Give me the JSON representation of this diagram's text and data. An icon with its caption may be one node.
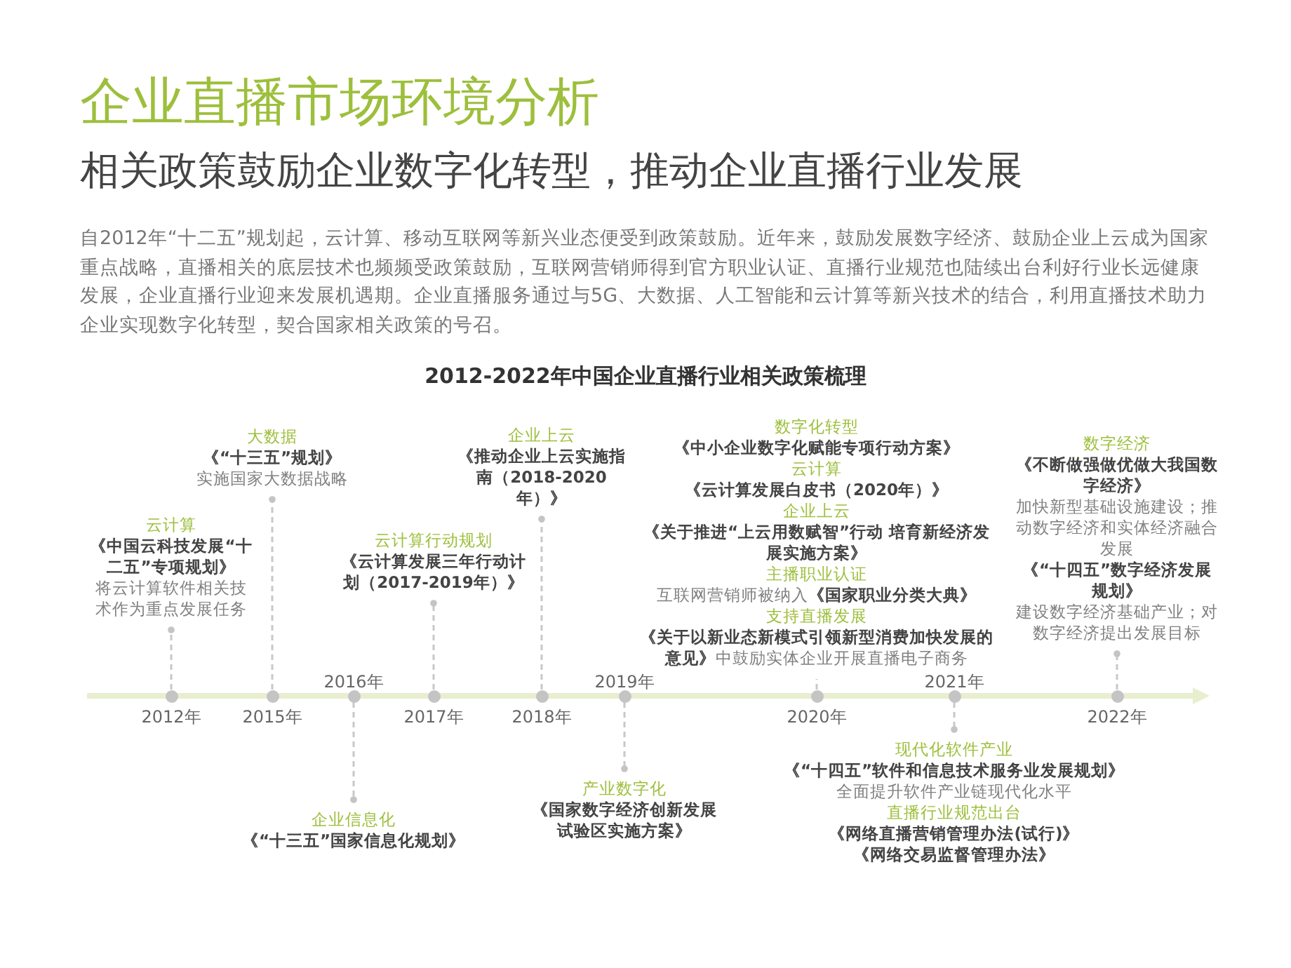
{
  "diagram": {
    "title": "企业直播市场环境分析",
    "nodes": [
      {
        "text": [
          "云计算",
          "《中国云科技发展“十二五”专项规划》",
          "将云计算软件相关技术作为重点发展任务"
        ]
      },
      {
        "text": [
          "大数据",
          "《“十三五”规划》",
          "实施国家大数据战略"
        ]
      },
      {
        "text": [
          "企业信息化",
          "《“十三五”国家信息化规划》"
        ]
      },
      {
        "text": [
          "云计算行动规划",
          "《云计算发展三年行动计划（2017-2019年）》"
        ]
      },
      {
        "text": [
          "企业上云",
          "《推动企业上云实施指南（2018-2020年）》"
        ]
      },
      {
        "text": [
          "产业数字化",
          "《国家数字经济创新发展试验区实施方案》"
        ]
      },
      {
        "text": [
          "数字化转型",
          "《中小企业数字化赋能专项行动方案》",
          "云计算",
          "《云计算发展白皮书（2020年）》",
          "企业上云",
          "《关于推进“上云用数赋智”行动 培育新经济发展实施方案》",
          "主播职业认证",
          "互联网营销师被纳入**《国家职业分类大典》**",
          "支持直播发展",
          "**《关于以新业态新模式引领新型消费加快发展的意见》**中鼓励实体企业开展直播电子商务"
        ]
      },
      {
        "text": [
          "现代化软件产业",
          "《“十四五”软件和信息技术服务业发展规划》",
          "全面提升软件产业链现代化水平",
          "直播行业规范出台",
          "《网络直播营销管理办法(试行)》",
          "《网络交易监督管理办法》"
        ]
      },
      {
        "text": [
          "数字经济",
          "《不断做强做优做大我国数字经济》",
          "加快新型基础设施建设；推动数字经济和实体经济融合发展",
          "《“十四五”数字经济发展规划》",
          "建设数字经济基础产业；对数字经济提出发展目标"
        ]
      },
      {
        "text": [],
        "shape": "circle",
        "beside": [
          "2012年"
        ]
      },
      {
        "text": [],
        "shape": "circle",
        "beside": [
          "2015年"
        ]
      },
      {
        "text": [],
        "shape": "circle",
        "beside": [
          "2016年"
        ]
      },
      {
        "text": [],
        "shape": "circle",
        "beside": [
          "2017年"
        ]
      },
      {
        "text": [],
        "shape": "circle",
        "beside": [
          "2018年"
        ]
      },
      {
        "text": [],
        "shape": "circle",
        "beside": [
          "2019年"
        ]
      },
      {
        "text": [],
        "shape": "circle",
        "beside": [
          "2020年"
        ]
      },
      {
        "text": [],
        "shape": "circle",
        "beside": [
          "2021年"
        ]
      },
      {
        "text": [],
        "shape": "circle",
        "beside": [
          "2022年"
        ]
      }
    ],
    "edges": [
      {
        "from": 9,
        "to": 0,
        "arrow": "other",
        "style": "dashed"
      },
      {
        "from": 10,
        "to": 1,
        "arrow": "other",
        "style": "dashed"
      },
      {
        "from": 11,
        "to": 2,
        "arrow": "other",
        "style": "dashed"
      },
      {
        "from": 12,
        "to": 3,
        "arrow": "other",
        "style": "dashed"
      },
      {
        "from": 13,
        "to": 4,
        "arrow": "other",
        "style": "dashed"
      },
      {
        "from": 14,
        "to": 5,
        "arrow": "other",
        "style": "dashed"
      },
      {
        "from": 15,
        "to": 6,
        "arrow": "none",
        "style": "dashed"
      },
      {
        "from": 16,
        "to": 7,
        "arrow": "other",
        "style": "dashed"
      },
      {
        "from": 17,
        "to": 8,
        "arrow": "other",
        "style": "dashed"
      }
    ],
    "labels": [
      "相关政策鼓励企业数字化转型，推动企业直播行业发展",
      "自2012年“十二五”规划起，云计算、移动互联网等新兴业态便受到政策鼓励。近年来，鼓励发展数字经济、鼓励企业上云成为国家重点战略，直播相关的底层技术也频频受政策鼓励，互联网营销师得到官方职业认证、直播行业规范也陆续出台利好行业长远健康发展，企业直播行业迎来发展机遇期。企业直播服务通过与5G、大数据、人工智能和云计算等新兴技术的结合，利用直播技术助力企业实现数字化转型，契合国家相关政策的号召。",
      "2012-2022年中国企业直播行业相关政策梳理"
    ]
  }
}
